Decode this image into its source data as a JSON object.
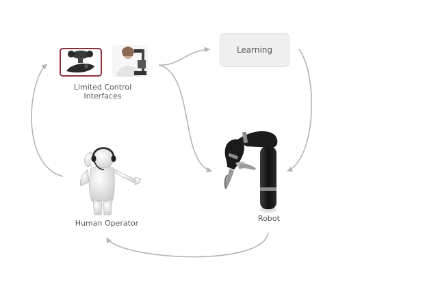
{
  "nodes": {
    "interfaces": {
      "label_line1": "Limited Control",
      "label_line2": "Interfaces"
    },
    "learning": {
      "label": "Learning"
    },
    "human": {
      "label": "Human Operator"
    },
    "robot": {
      "label": "Robot"
    }
  },
  "colors": {
    "arrow": "#b4b4b4",
    "text": "#555555",
    "learning_fill": "#efefef",
    "joystick_frame": "#8b2e3a",
    "robot_body": "#1c1c1c"
  },
  "icons": [
    "joystick-interface-icon",
    "head-array-interface-icon",
    "human-operator-figure",
    "robot-arm-figure"
  ]
}
